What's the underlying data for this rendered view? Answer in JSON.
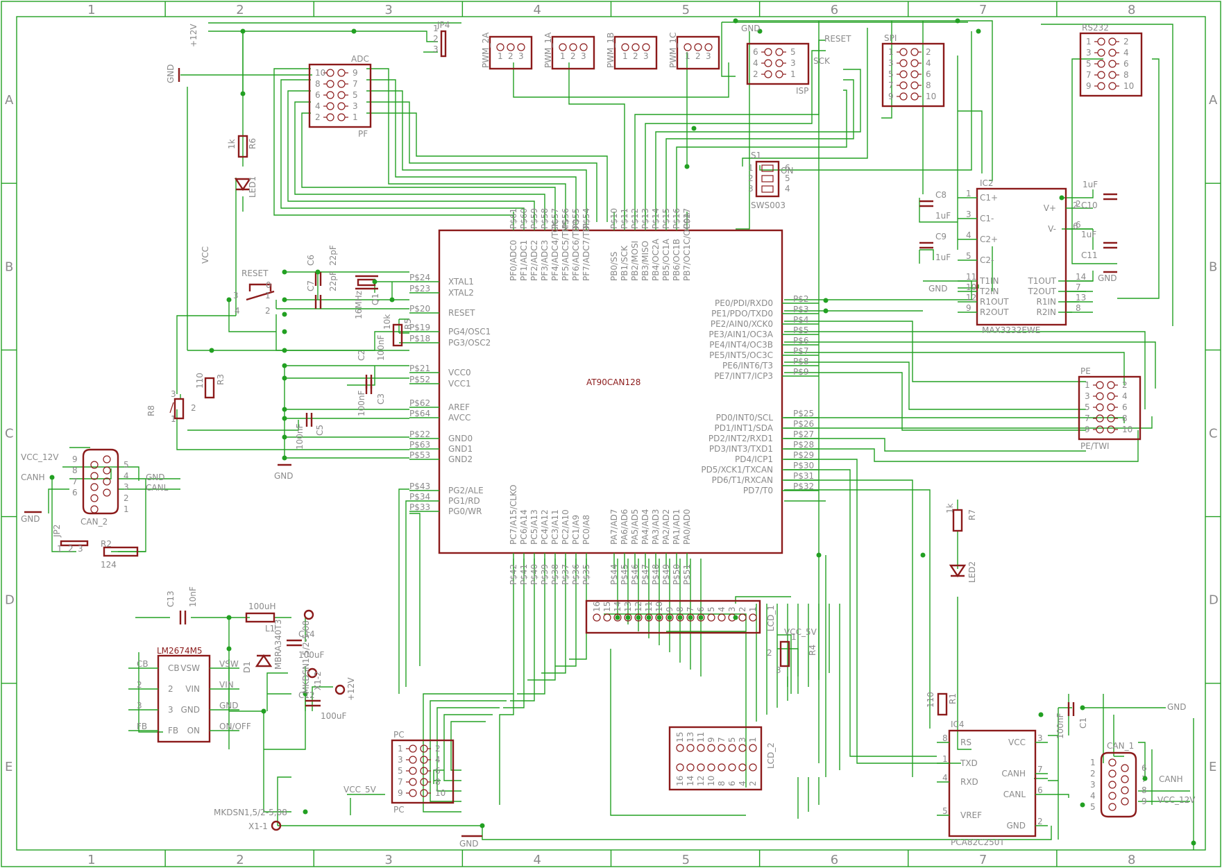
{
  "frame": {
    "columns": [
      "1",
      "2",
      "3",
      "4",
      "5",
      "6",
      "7",
      "8"
    ],
    "rows": [
      "A",
      "B",
      "C",
      "D",
      "E"
    ],
    "colors": {
      "wire": "#22a022",
      "symbol": "#8b1a1a",
      "text": "#8a8a8a",
      "background": "#ffffff"
    }
  },
  "mcu": {
    "name": "AT90CAN128",
    "left_pins": [
      {
        "pad": "P$24",
        "name": "XTAL1"
      },
      {
        "pad": "P$23",
        "name": "XTAL2"
      },
      {
        "pad": "P$20",
        "name": "RESET"
      },
      {
        "pad": "P$19",
        "name": "PG4/OSC1"
      },
      {
        "pad": "P$18",
        "name": "PG3/OSC2"
      },
      {
        "pad": "P$21",
        "name": "VCC0"
      },
      {
        "pad": "P$52",
        "name": "VCC1"
      },
      {
        "pad": "P$62",
        "name": "AREF"
      },
      {
        "pad": "P$64",
        "name": "AVCC"
      },
      {
        "pad": "P$22",
        "name": "GND0"
      },
      {
        "pad": "P$63",
        "name": "GND1"
      },
      {
        "pad": "P$53",
        "name": "GND2"
      },
      {
        "pad": "P$43",
        "name": "PG2/ALE"
      },
      {
        "pad": "P$34",
        "name": "PG1/RD"
      },
      {
        "pad": "P$33",
        "name": "PG0/WR"
      }
    ],
    "right_pins": [
      {
        "pad": "P$2",
        "name": "PE0/PDI/RXD0"
      },
      {
        "pad": "P$3",
        "name": "PE1/PDO/TXD0"
      },
      {
        "pad": "P$4",
        "name": "PE2/AIN0/XCK0"
      },
      {
        "pad": "P$5",
        "name": "PE3/AIN1/OC3A"
      },
      {
        "pad": "P$6",
        "name": "PE4/INT4/OC3B"
      },
      {
        "pad": "P$7",
        "name": "PE5/INT5/OC3C"
      },
      {
        "pad": "P$8",
        "name": "PE6/INT6/T3"
      },
      {
        "pad": "P$9",
        "name": "PE7/INT7/ICP3"
      },
      {
        "pad": "P$25",
        "name": "PD0/INT0/SCL"
      },
      {
        "pad": "P$26",
        "name": "PD1/INT1/SDA"
      },
      {
        "pad": "P$27",
        "name": "PD2/INT2/RXD1"
      },
      {
        "pad": "P$28",
        "name": "PD3/INT3/TXD1"
      },
      {
        "pad": "P$29",
        "name": "PD4/ICP1"
      },
      {
        "pad": "P$30",
        "name": "PD5/XCK1/TXCAN"
      },
      {
        "pad": "P$31",
        "name": "PD6/T1/RXCAN"
      },
      {
        "pad": "P$32",
        "name": "PD7/T0"
      }
    ],
    "top_pins": [
      {
        "pad": "P$61",
        "name": "PF0/ADC0"
      },
      {
        "pad": "P$60",
        "name": "PF1/ADC1"
      },
      {
        "pad": "P$59",
        "name": "PF2/ADC2"
      },
      {
        "pad": "P$58",
        "name": "PF3/ADC3"
      },
      {
        "pad": "P$57",
        "name": "PF4/ADC4/TCK"
      },
      {
        "pad": "P$56",
        "name": "PF5/ADC5/TMS"
      },
      {
        "pad": "P$55",
        "name": "PF6/ADC6/TDO"
      },
      {
        "pad": "P$54",
        "name": "PF7/ADC7/TDI"
      },
      {
        "pad": "P$10",
        "name": "PB0/SS"
      },
      {
        "pad": "P$11",
        "name": "PB1/SCK"
      },
      {
        "pad": "P$12",
        "name": "PB2/MOSI"
      },
      {
        "pad": "P$13",
        "name": "PB3/MISO"
      },
      {
        "pad": "P$14",
        "name": "PB4/OC2A"
      },
      {
        "pad": "P$15",
        "name": "PB5/OC1A"
      },
      {
        "pad": "P$16",
        "name": "PB6/OC1B"
      },
      {
        "pad": "P$17",
        "name": "PB7/OC1C/OC0A"
      }
    ],
    "bottom_pins": [
      {
        "pad": "P$42",
        "name": "PC7/A15/CLKO"
      },
      {
        "pad": "P$41",
        "name": "PC6/A14"
      },
      {
        "pad": "P$40",
        "name": "PC5/A13"
      },
      {
        "pad": "P$39",
        "name": "PC4/A12"
      },
      {
        "pad": "P$38",
        "name": "PC3/A11"
      },
      {
        "pad": "P$37",
        "name": "PC2/A10"
      },
      {
        "pad": "P$36",
        "name": "PC1/A9"
      },
      {
        "pad": "P$35",
        "name": "PC0/A8"
      },
      {
        "pad": "P$44",
        "name": "PA7/AD7"
      },
      {
        "pad": "P$45",
        "name": "PA6/AD6"
      },
      {
        "pad": "P$46",
        "name": "PA5/AD5"
      },
      {
        "pad": "P$47",
        "name": "PA4/AD4"
      },
      {
        "pad": "P$48",
        "name": "PA3/AD3"
      },
      {
        "pad": "P$49",
        "name": "PA2/AD2"
      },
      {
        "pad": "P$50",
        "name": "PA1/AD1"
      },
      {
        "pad": "P$51",
        "name": "PA0/AD0"
      }
    ]
  },
  "max232": {
    "name": "IC2",
    "part": "MAX3232EWE",
    "left_pins": [
      {
        "n": "1",
        "name": "C1+"
      },
      {
        "n": "3",
        "name": "C1-"
      },
      {
        "n": "4",
        "name": "C2+"
      },
      {
        "n": "5",
        "name": "C2-"
      },
      {
        "n": "11",
        "name": "T1IN"
      },
      {
        "n": "10",
        "name": "T2IN"
      },
      {
        "n": "12",
        "name": "R1OUT"
      },
      {
        "n": "9",
        "name": "R2OUT"
      }
    ],
    "right_pins": [
      {
        "n": "2",
        "name": "V+"
      },
      {
        "n": "6",
        "name": "V-"
      },
      {
        "n": "14",
        "name": "T1OUT"
      },
      {
        "n": "7",
        "name": "T2OUT"
      },
      {
        "n": "13",
        "name": "R1IN"
      },
      {
        "n": "8",
        "name": "R2IN"
      }
    ]
  },
  "pca": {
    "name": "IC4",
    "part": "PCA82C250T",
    "left_pins": [
      {
        "n": "8",
        "name": "RS"
      },
      {
        "n": "1",
        "name": "TXD"
      },
      {
        "n": "4",
        "name": "RXD"
      },
      {
        "n": "5",
        "name": "VREF"
      }
    ],
    "right_pins": [
      {
        "n": "3",
        "name": "VCC"
      },
      {
        "n": "7",
        "name": "CANH"
      },
      {
        "n": "6",
        "name": "CANL"
      },
      {
        "n": "2",
        "name": "GND"
      }
    ]
  },
  "lm": {
    "name": "LM2674M5",
    "inner_left": [
      "CB",
      "2",
      "3",
      "FB"
    ],
    "inner_right": [
      "VSW",
      "VIN",
      "GND",
      "ON"
    ],
    "outer_left": [
      "CB",
      "2",
      "3",
      "FB"
    ],
    "outer_right": [
      "VSW",
      "VIN",
      "GND",
      "ON/OFF"
    ]
  },
  "headers": {
    "adc": {
      "label": "ADC",
      "sub": "PF",
      "left": [
        "10",
        "8",
        "6",
        "4",
        "2"
      ],
      "right": [
        "9",
        "7",
        "5",
        "3",
        "1"
      ]
    },
    "rs232": {
      "label": "RS232",
      "left": [
        "1",
        "3",
        "5",
        "7",
        "9"
      ],
      "right": [
        "2",
        "4",
        "6",
        "8",
        "10"
      ]
    },
    "spi": {
      "label": "SPI",
      "left": [
        "1",
        "3",
        "5",
        "7",
        "9"
      ],
      "right": [
        "2",
        "4",
        "6",
        "8",
        "10"
      ]
    },
    "isp": {
      "label": "ISP",
      "left": [
        "6",
        "4",
        "2"
      ],
      "right": [
        "5",
        "3",
        "1"
      ]
    },
    "pe": {
      "label": "PE",
      "sub": "PE/TWI",
      "left": [
        "1",
        "3",
        "5",
        "7",
        "9"
      ],
      "right": [
        "2",
        "4",
        "6",
        "8",
        "10"
      ]
    },
    "pc": {
      "label": "PC",
      "sub": "PC",
      "left": [
        "1",
        "3",
        "5",
        "7",
        "9"
      ],
      "right": [
        "2",
        "4",
        "6",
        "8",
        "10"
      ]
    },
    "pwm": [
      {
        "label": "PWM_2A"
      },
      {
        "label": "PWM_1A"
      },
      {
        "label": "PWM_1B"
      },
      {
        "label": "PWM_1C"
      }
    ],
    "pwm_pins": [
      "1",
      "2",
      "3"
    ],
    "lcd1": {
      "label": "LCD_1",
      "pins": [
        "16",
        "15",
        "14",
        "13",
        "12",
        "11",
        "10",
        "9",
        "8",
        "7",
        "6",
        "5",
        "4",
        "3",
        "2",
        "1"
      ]
    },
    "lcd2": {
      "label": "LCD_2",
      "top": [
        "15",
        "13",
        "11",
        "9",
        "7",
        "5",
        "3",
        "1"
      ],
      "bottom": [
        "16",
        "14",
        "12",
        "10",
        "8",
        "6",
        "4",
        "2"
      ]
    },
    "jp4": {
      "label": "JP4",
      "pins": [
        "1",
        "2",
        "3"
      ]
    },
    "jp2": {
      "label": "JP2",
      "pins": [
        "1",
        "2",
        "3"
      ]
    },
    "s1": {
      "label": "S1",
      "part": "SWS003",
      "left": [
        "1",
        "2",
        "3"
      ],
      "right": [
        "6",
        "5",
        "4"
      ],
      "on": "ON"
    },
    "can1": {
      "label": "CAN_1",
      "left": [
        "1",
        "2",
        "3",
        "4",
        "5"
      ],
      "right": [
        "6",
        "7",
        "8",
        "9"
      ]
    },
    "can2": {
      "label": "CAN_2",
      "left": [
        "9",
        "8",
        "7",
        "6"
      ],
      "right": [
        "5",
        "4",
        "3",
        "2",
        "1"
      ]
    }
  },
  "labels": {
    "p12v_top": "+12V",
    "gnd_top": "GND",
    "r6": "R6",
    "r6v": "1k",
    "led1": "LED1",
    "vcc": "VCC",
    "reset": "RESET",
    "reset0": "0",
    "c6": "C6",
    "c6v": "22pF",
    "c7": "C7",
    "c7v": "22pF",
    "q1": "Q1",
    "q1v": "16MHz",
    "r5": "R5",
    "r5v": "10k",
    "c2": "C2",
    "c2v": "100nF",
    "c3": "C3",
    "c3v": "100nF",
    "c5": "C5",
    "c5v": "100nF",
    "r3": "R3",
    "r3v": "110",
    "r8": "R8",
    "gnd_mid": "GND",
    "sw_pins": [
      "3",
      "4",
      "1",
      "2"
    ],
    "r8_pins": [
      "1",
      "2",
      "3"
    ],
    "gnd_isp": "GND",
    "reset_isp": "RESET",
    "sck": "SCK",
    "c8": "C8",
    "c8v": "1uF",
    "c9": "C9",
    "c9v": "1uF",
    "c10": "C10",
    "c10v": "1uF",
    "c11": "C11",
    "c11v": "1uF",
    "gnd_max": "GND",
    "gnd_rs": "GND",
    "two": "2",
    "six": "6",
    "r7": "R7",
    "r7v": "1k",
    "led2": "LED2",
    "vcc5_r4": "VCC_5V",
    "r4": "R4",
    "r4_pins": [
      "2",
      "1",
      "3"
    ],
    "r1": "R1",
    "r1v": "110",
    "c1": "C1",
    "c1v": "100nF",
    "gnd_c1": "GND",
    "canh": "CANH",
    "vcc12": "VCC_12V",
    "vcc12_l": "VCC_12V",
    "canh_l": "CANH",
    "gnd_l": "GND",
    "canl_l": "CANL",
    "gnd_can2": "GND",
    "r2": "R2",
    "r2v": "124",
    "c13": "C13",
    "c13v": "10nF",
    "l1": "L1",
    "l1v": "100uH",
    "c14": "C14",
    "c14v": "100uF",
    "d1": "D1",
    "d1v": "MBRA340T3",
    "x1_2": "X1-2",
    "mkdsn": "MKDSN1,5/2-5,08",
    "x1_1": "X1-1",
    "c12": "C12",
    "c12v": "100uF",
    "p12v": "+12V",
    "vcc5_pc": "VCC_5V",
    "gnd_bottom": "GND"
  }
}
